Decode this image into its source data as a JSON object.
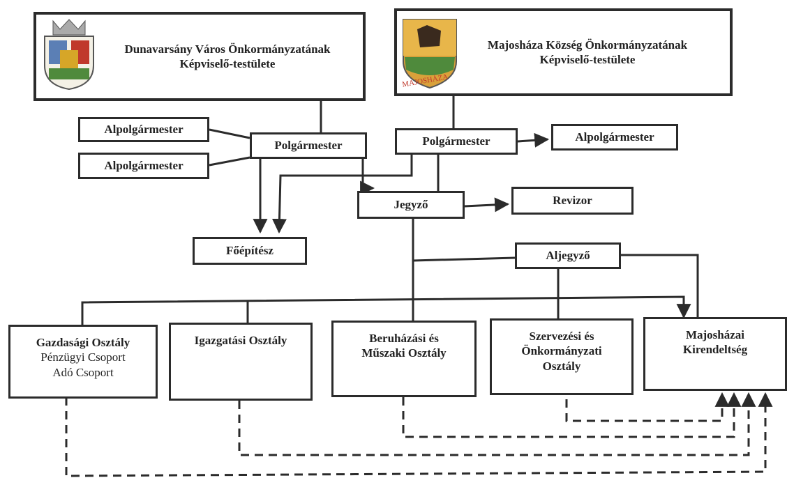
{
  "council_dunavarsany": {
    "line1": "Dunavarsány Város Önkormányzatának",
    "line2": "Képviselő-testülete"
  },
  "council_majoshaza": {
    "line1": "Majosháza Község Önkormányzatának",
    "line2": "Képviselő-testülete"
  },
  "logo_majoshaza_text": "MAJOSHÁZA",
  "nodes": {
    "alpolgarmester_d1": "Alpolgármester",
    "alpolgarmester_d2": "Alpolgármester",
    "polgarmester_d": "Polgármester",
    "polgarmester_m": "Polgármester",
    "alpolgarmester_m": "Alpolgármester",
    "jegyzo": "Jegyző",
    "revizor": "Revizor",
    "foepitesz": "Főépítész",
    "aljegyzo": "Aljegyző"
  },
  "departments": {
    "gazdasagi": {
      "title": "Gazdasági Osztály",
      "sub1": "Pénzügyi Csoport",
      "sub2": "Adó Csoport"
    },
    "igazgatasi": {
      "title": "Igazgatási Osztály"
    },
    "beruhazasi": {
      "line1": "Beruházási és",
      "line2": "Műszaki Osztály"
    },
    "szervezesi": {
      "line1": "Szervezési és",
      "line2": "Önkormányzati",
      "line3": "Osztály"
    },
    "kirendeltseg": {
      "line1": "Majosházai",
      "line2": "Kirendeltség"
    }
  },
  "colors": {
    "line": "#2b2b2b",
    "crest_gold": "#d6a628",
    "crest_green": "#4f8a3c",
    "crest_red": "#c0392b",
    "crest_blue": "#5b7fb5"
  }
}
